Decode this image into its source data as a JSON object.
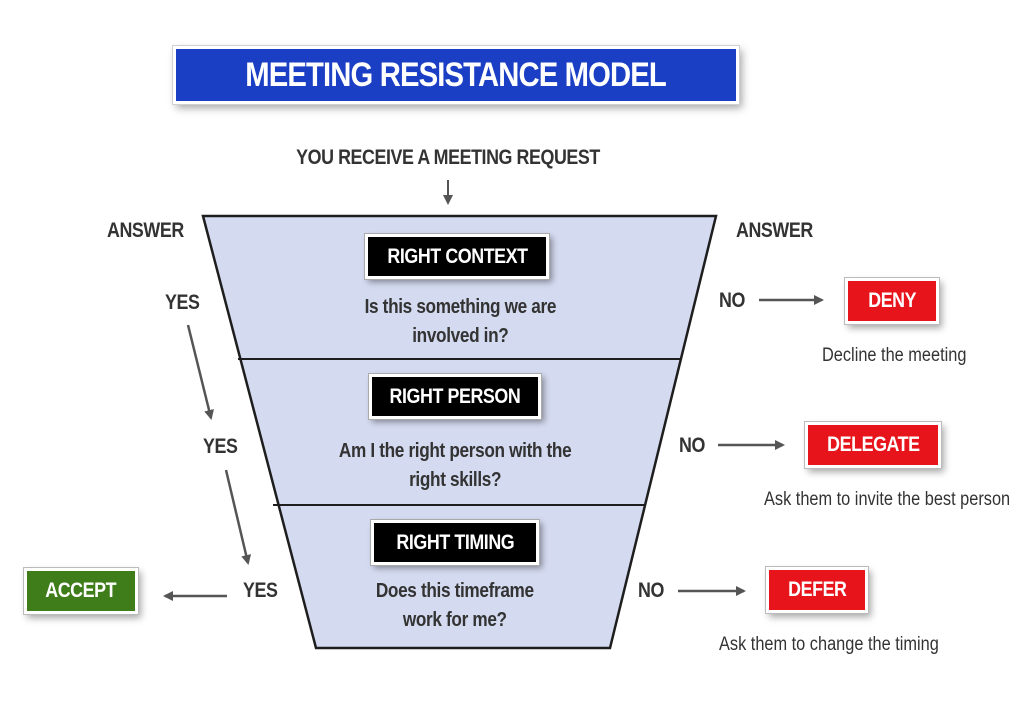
{
  "title": "MEETING RESISTANCE MODEL",
  "entry": "YOU RECEIVE A MEETING REQUEST",
  "answer_left": "ANSWER",
  "answer_right": "ANSWER",
  "stages": [
    {
      "tag": "RIGHT CONTEXT",
      "question": "Is this something we are\ninvolved in?",
      "yes": "YES",
      "no": "NO"
    },
    {
      "tag": "RIGHT PERSON",
      "question": "Am I the right person with the\nright skills?",
      "yes": "YES",
      "no": "NO"
    },
    {
      "tag": "RIGHT TIMING",
      "question": "Does this timeframe\nwork for me?",
      "yes": "YES",
      "no": "NO"
    }
  ],
  "outcomes": {
    "deny": {
      "label": "DENY",
      "desc": "Decline the meeting",
      "color": "#e8141c"
    },
    "delegate": {
      "label": "DELEGATE",
      "desc": "Ask them to invite the best person",
      "color": "#e8141c"
    },
    "defer": {
      "label": "DEFER",
      "desc": "Ask them to change the timing",
      "color": "#e8141c"
    },
    "accept": {
      "label": "ACCEPT",
      "color": "#3e7d1a"
    }
  },
  "colors": {
    "title_bg": "#1a3ec4",
    "funnel_fill": "#d4daf0",
    "funnel_stroke": "#1e1e1e",
    "arrow": "#555555"
  }
}
